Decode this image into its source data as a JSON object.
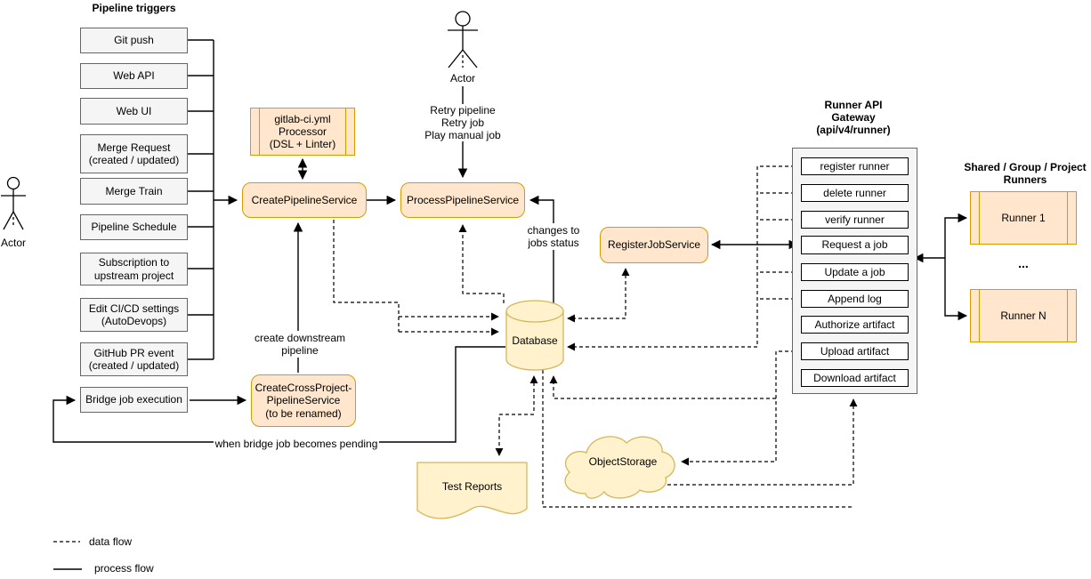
{
  "colors": {
    "orange_fill": "#ffe6cc",
    "orange_stroke": "#d79b00",
    "yellow_fill": "#fff2cc",
    "yellow_stroke": "#d6b656",
    "gray_fill": "#f5f5f5",
    "gray_stroke": "#666666"
  },
  "headers": {
    "pipeline_triggers": "Pipeline triggers"
  },
  "actors": {
    "left": "Actor",
    "top": "Actor"
  },
  "triggers": [
    "Git push",
    "Web API",
    "Web UI",
    "Merge Request\n(created / updated)",
    "Merge Train",
    "Pipeline Schedule",
    "Subscription to\nupstream project",
    "Edit CI/CD settings\n(AutoDevops)",
    "GitHub PR event\n(created / updated)",
    "Bridge job execution"
  ],
  "nodes": {
    "processor": "gitlab-ci.yml\nProcessor\n(DSL + Linter)",
    "create_pipeline_service": "CreatePipelineService",
    "process_pipeline_service": "ProcessPipelineService",
    "register_job_service": "RegisterJobService",
    "create_cross_project": "CreateCrossProject-\nPipelineService\n(to be renamed)",
    "database": "Database",
    "test_reports": "Test Reports",
    "object_storage": "ObjectStorage"
  },
  "gateway": {
    "title": "Runner API\nGateway\n(api/v4/runner)",
    "endpoints": [
      "register runner",
      "delete runner",
      "verify runner",
      "Request a job",
      "Update a job",
      "Append log",
      "Authorize artifact",
      "Upload artifact",
      "Download artifact"
    ]
  },
  "runners": {
    "header": "Shared / Group / Project\nRunners",
    "runner_1": "Runner 1",
    "runner_n": "Runner N",
    "ellipsis": "..."
  },
  "annotations": {
    "retry": "Retry pipeline\nRetry job\nPlay manual job",
    "changes_to_jobs_status": "changes to\njobs status",
    "create_downstream": "create downstream\npipeline",
    "when_bridge": "when bridge job becomes pending"
  },
  "legend": {
    "data_flow": "data flow",
    "process_flow": "process flow"
  }
}
